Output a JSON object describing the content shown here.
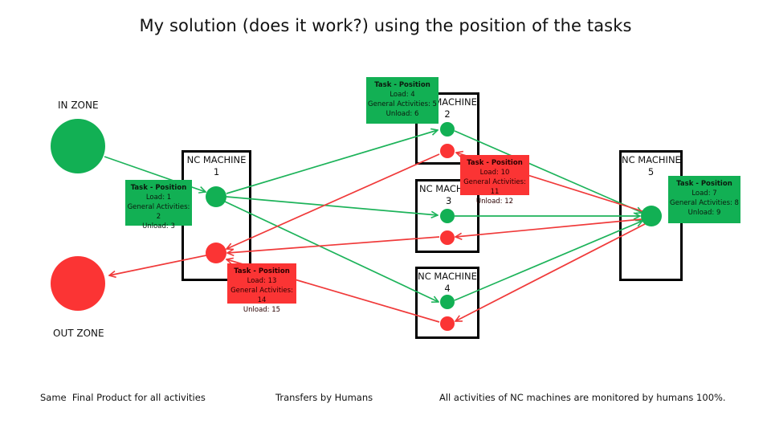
{
  "title": "My solution (does it work?) using the position of the tasks",
  "colors": {
    "green": "#12b054",
    "red": "#fb3434",
    "line_green": "#1db35a",
    "line_red": "#f03a3a",
    "border": "#000000"
  },
  "zones": {
    "in": {
      "label": "IN ZONE"
    },
    "out": {
      "label": "OUT ZONE"
    }
  },
  "machines": [
    {
      "id": 1,
      "label_line1": "NC MACHINE",
      "label_line2": "1"
    },
    {
      "id": 2,
      "label_line1": "NC MACHINE",
      "label_line2": "2"
    },
    {
      "id": 3,
      "label_line1": "NC MACHINE",
      "label_line2": "3"
    },
    {
      "id": 4,
      "label_line1": "NC MACHINE",
      "label_line2": "4"
    },
    {
      "id": 5,
      "label_line1": "NC MACHINE",
      "label_line2": "5"
    }
  ],
  "tasks": [
    {
      "title": "Task - Position",
      "load": "Load: 1",
      "general": "General Activities: 2",
      "unload": "Unload: 3",
      "color": "green"
    },
    {
      "title": "Task - Position",
      "load": "Load: 4",
      "general": "General Activities: 5",
      "unload": "Unload: 6",
      "color": "green"
    },
    {
      "title": "Task - Position",
      "load": "Load: 7",
      "general": "General Activities: 8",
      "unload": "Unload: 9",
      "color": "green"
    },
    {
      "title": "Task - Position",
      "load": "Load: 10",
      "general": "General Activities: 11",
      "unload": "Unload: 12",
      "color": "red"
    },
    {
      "title": "Task - Position",
      "load": "Load: 13",
      "general": "General Activities: 14",
      "unload": "Unload: 15",
      "color": "red"
    }
  ],
  "flows": [
    {
      "from": "IN ZONE",
      "to": "NC MACHINE 1",
      "type": "green"
    },
    {
      "from": "NC MACHINE 1",
      "to": "NC MACHINE 2",
      "type": "green"
    },
    {
      "from": "NC MACHINE 1",
      "to": "NC MACHINE 3",
      "type": "green"
    },
    {
      "from": "NC MACHINE 1",
      "to": "NC MACHINE 4",
      "type": "green"
    },
    {
      "from": "NC MACHINE 2",
      "to": "NC MACHINE 5",
      "type": "green"
    },
    {
      "from": "NC MACHINE 3",
      "to": "NC MACHINE 5",
      "type": "green"
    },
    {
      "from": "NC MACHINE 4",
      "to": "NC MACHINE 5",
      "type": "green"
    },
    {
      "from": "NC MACHINE 5",
      "to": "NC MACHINE 2",
      "type": "red"
    },
    {
      "from": "NC MACHINE 5",
      "to": "NC MACHINE 3",
      "type": "red"
    },
    {
      "from": "NC MACHINE 5",
      "to": "NC MACHINE 4",
      "type": "red"
    },
    {
      "from": "NC MACHINE 2",
      "to": "NC MACHINE 1",
      "type": "red"
    },
    {
      "from": "NC MACHINE 3",
      "to": "NC MACHINE 1",
      "type": "red"
    },
    {
      "from": "NC MACHINE 4",
      "to": "NC MACHINE 1",
      "type": "red"
    },
    {
      "from": "NC MACHINE 1",
      "to": "OUT ZONE",
      "type": "red"
    }
  ],
  "footer": {
    "left": "Same  Final Product for all activities",
    "middle": "Transfers by Humans",
    "right": "All activities of NC machines are monitored by humans 100%."
  }
}
